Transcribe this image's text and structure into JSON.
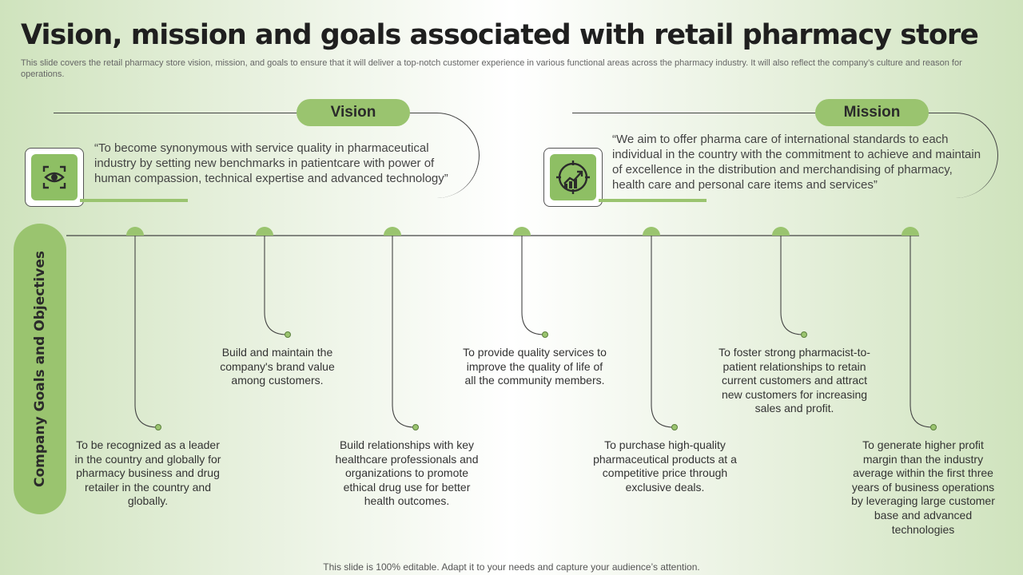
{
  "title": "Vision, mission and goals associated with retail pharmacy store",
  "subtitle": "This slide covers the retail pharmacy store vision, mission, and goals to ensure that it will deliver a top-notch customer experience in various functional areas across the pharmacy industry.  It will also reflect the company’s culture and reason for operations.",
  "vision": {
    "label": "Vision",
    "text": "“To become synonymous  with service quality in pharmaceutical industry by setting new benchmarks in patientcare with power of human compassion, technical expertise and advanced technology”",
    "icon": "eye-target-icon"
  },
  "mission": {
    "label": "Mission",
    "text": "“We aim to offer pharma care of international standards to each individual in the country  with the commitment to achieve and maintain of excellence  in the distribution and merchandising of pharmacy,  health care and personal care items and services”",
    "icon": "growth-target-icon"
  },
  "goals_label": "Company Goals and Objectives",
  "goals": [
    {
      "text": "To be recognized as a leader in the country and globally for pharmacy business and drug retailer in the country and globally."
    },
    {
      "text": "Build and maintain the company's brand value among customers."
    },
    {
      "text": "Build relationships with key healthcare professionals and organizations to promote ethical drug use for better health outcomes."
    },
    {
      "text": "To provide quality services to improve the quality of life of all the community members."
    },
    {
      "text": "To purchase high-quality pharmaceutical products at a competitive price through exclusive deals."
    },
    {
      "text": "To foster strong pharmacist-to-patient relationships to retain current customers and attract new customers for increasing sales and profit."
    },
    {
      "text": "To generate higher profit margin than the industry average within the first three years of business operations by leveraging large customer base and advanced technologies"
    }
  ],
  "footer": "This slide is 100% editable. Adapt it to your needs and capture your audience’s attention.",
  "colors": {
    "accent": "#9ac46f",
    "accent_dark": "#8ebf64",
    "text": "#333333"
  }
}
